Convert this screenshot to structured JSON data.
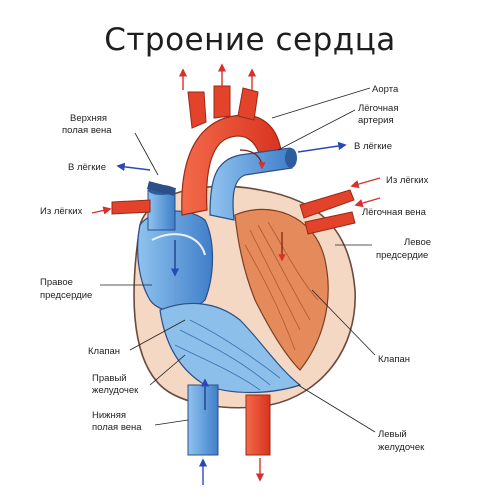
{
  "title": "Строение сердца",
  "labels": {
    "aorta": "Аорта",
    "pulm_artery_1": "Лёгочная",
    "pulm_artery_2": "артерия",
    "to_lungs_right": "В лёгкие",
    "from_lungs_right": "Из лёгких",
    "pulm_vein": "Лёгочная вена",
    "left_atrium_1": "Левое",
    "left_atrium_2": "предсердие",
    "valve_right": "Клапан",
    "left_vent_1": "Левый",
    "left_vent_2": "желудочек",
    "svc_1": "Верхняя",
    "svc_2": "полая вена",
    "to_lungs_left": "В лёгкие",
    "from_lungs_left": "Из лёгких",
    "right_atrium_1": "Правое",
    "right_atrium_2": "предсердие",
    "valve_left": "Клапан",
    "right_vent_1": "Правый",
    "right_vent_2": "желудочек",
    "ivc_1": "Нижняя",
    "ivc_2": "полая вена"
  },
  "colors": {
    "arterial": "#e2432a",
    "venous": "#4a86cf",
    "muscle": "#e58a5a",
    "arrow_red": "#d8302a",
    "arrow_blue": "#2a49b8"
  }
}
